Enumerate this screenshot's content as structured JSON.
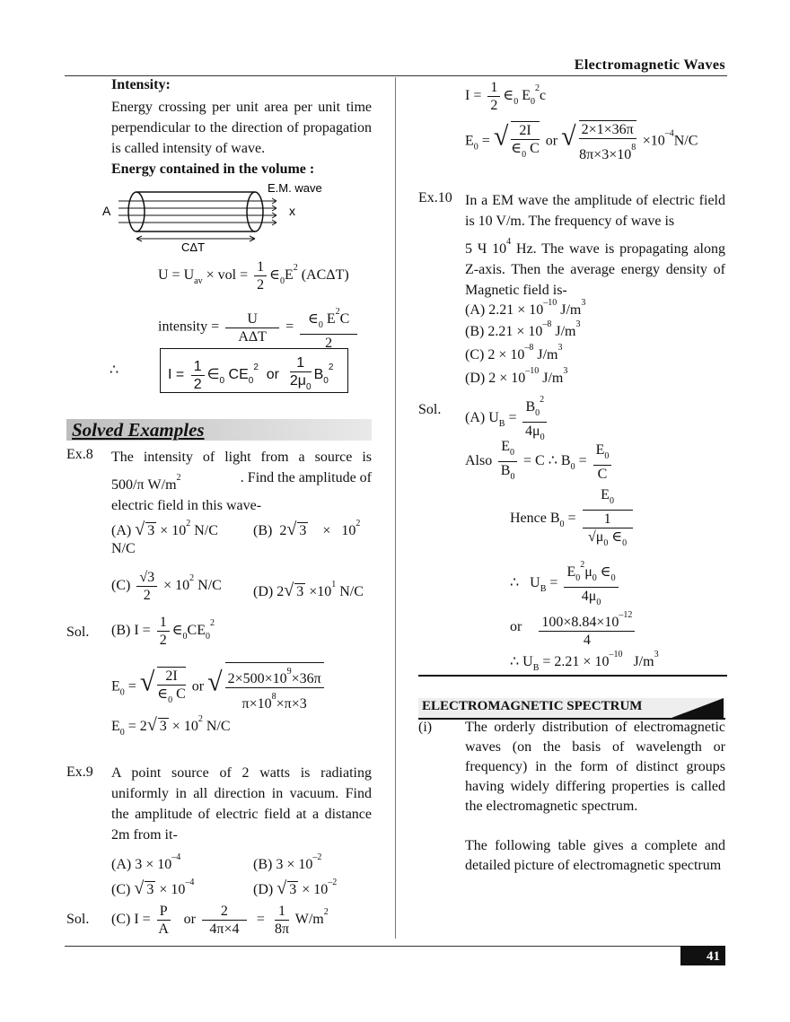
{
  "header": {
    "title": "Electromagnetic Waves"
  },
  "page_number": "41",
  "left": {
    "intensity_heading": "Intensity:",
    "intensity_text": "Energy crossing per unit area per unit time perpendicular to the direction of propagation is called intensity of wave.",
    "energy_heading": "Energy contained in the volume :",
    "figure": {
      "em_label": "E.M. wave",
      "a_label": "A",
      "x_label": "x",
      "c_label": "CΔT"
    },
    "eq_u": "U = U",
    "eq_u_sub": "av",
    "eq_u_rest": " × vol =",
    "eq_u_tail": "(ACΔT)",
    "eq_intensity": "intensity =",
    "therefore": "∴",
    "box_eq_left": "I =",
    "box_or": "or",
    "solved_banner": "Solved Examples",
    "ex8_label": "Ex.8",
    "ex8_text1": "The intensity of light from a source is",
    "ex8_text2": "500/π W/m",
    "ex8_text2b": ". Find the amplitude of",
    "ex8_text3": "electric field in this wave-",
    "ex8_optA": "(A)",
    "ex8_optB": "(B)",
    "ex8_optC": "(C)",
    "ex8_optD": "(D)",
    "ex8_nc": "N/C",
    "sol_label": "Sol.",
    "ex8_sol_choice": "(B)",
    "ex8_sol_or": "or",
    "ex9_label": "Ex.9",
    "ex9_text": "A point source of 2 watts is radiating uniformly in all direction in vacuum. Find the amplitude of electric field at a distance 2m from it-",
    "ex9_optA": "(A) 3 × 10",
    "ex9_optB": "(B) 3 × 10",
    "ex9_optC": "(C)",
    "ex9_optD": "(D)",
    "ex9_sol_choice": "(C)",
    "ex9_sol_or": "or",
    "ex9_sol_unit": "W/m"
  },
  "right": {
    "ex10_label": "Ex.10",
    "ex10_text": "In a EM wave the amplitude of electric field is 10 V/m. The frequency of wave is",
    "ex10_text2": "5 Ч 10",
    "ex10_text3": " Hz. The wave is propagating along Z-axis. Then the average energy density of Magnetic field is-",
    "ex10_optA": "(A) 2.21 × 10",
    "ex10_optB": "(B) 2.21 × 10",
    "ex10_optC": "(C) 2 × 10",
    "ex10_optD": "(D) 2 × 10",
    "sol_label": "Sol.",
    "sol_A": "(A) U",
    "also": "Also",
    "hence": "Hence B",
    "or": "or",
    "final": "= 2.21 × 10",
    "final_unit": "J/m",
    "spectrum_title": "ELECTROMAGNETIC SPECTRUM",
    "spec_i": "(i)",
    "spec_text1": "The orderly distribution of electromagnetic waves (on the basis of wavelength or frequency) in the form of distinct groups having widely differing properties is called the electromagnetic spectrum.",
    "spec_text2": "The following table gives a complete and detailed picture of electromagnetic spectrum"
  }
}
